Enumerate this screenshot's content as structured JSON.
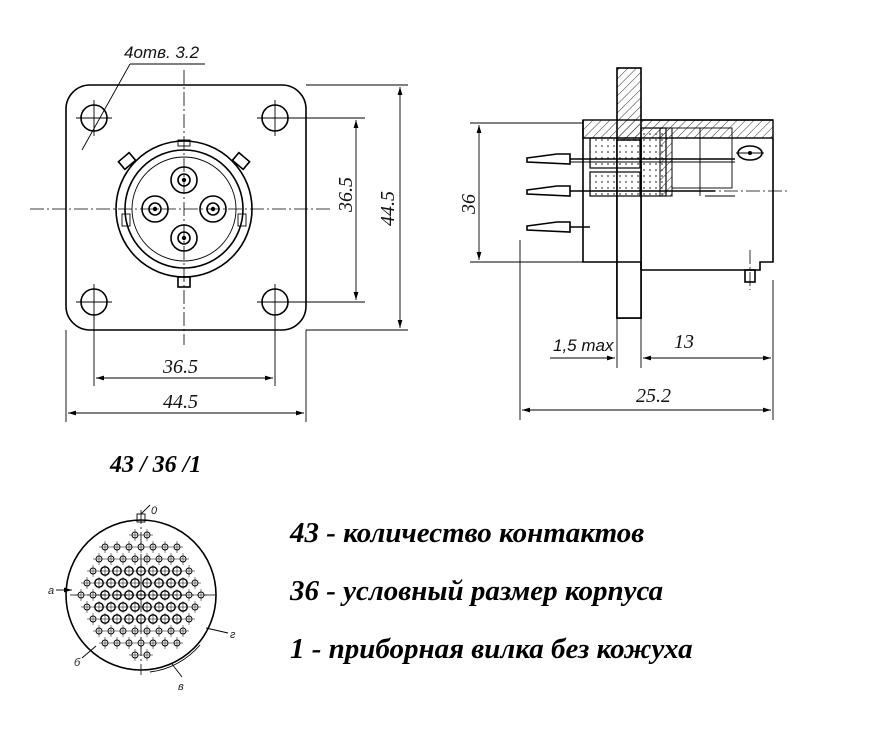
{
  "front_view": {
    "holes_label": "4отв. 3.2",
    "dim_inner_h": "36.5",
    "dim_outer_h": "44.5",
    "dim_inner_w": "36.5",
    "dim_outer_w": "44.5"
  },
  "side_view": {
    "dim_height": "36",
    "dim_max": "1,5 max",
    "dim_depth": "13",
    "dim_total": "25.2"
  },
  "designation": "43 / 36 /1",
  "pin_diagram": {
    "mark_top": "0",
    "mark_a": "а",
    "mark_b": "б",
    "mark_v": "в",
    "mark_g": "г"
  },
  "legend": [
    "43 - количество контактов",
    "36 - условный размер корпуса",
    "1 - приборная вилка без кожуха"
  ]
}
